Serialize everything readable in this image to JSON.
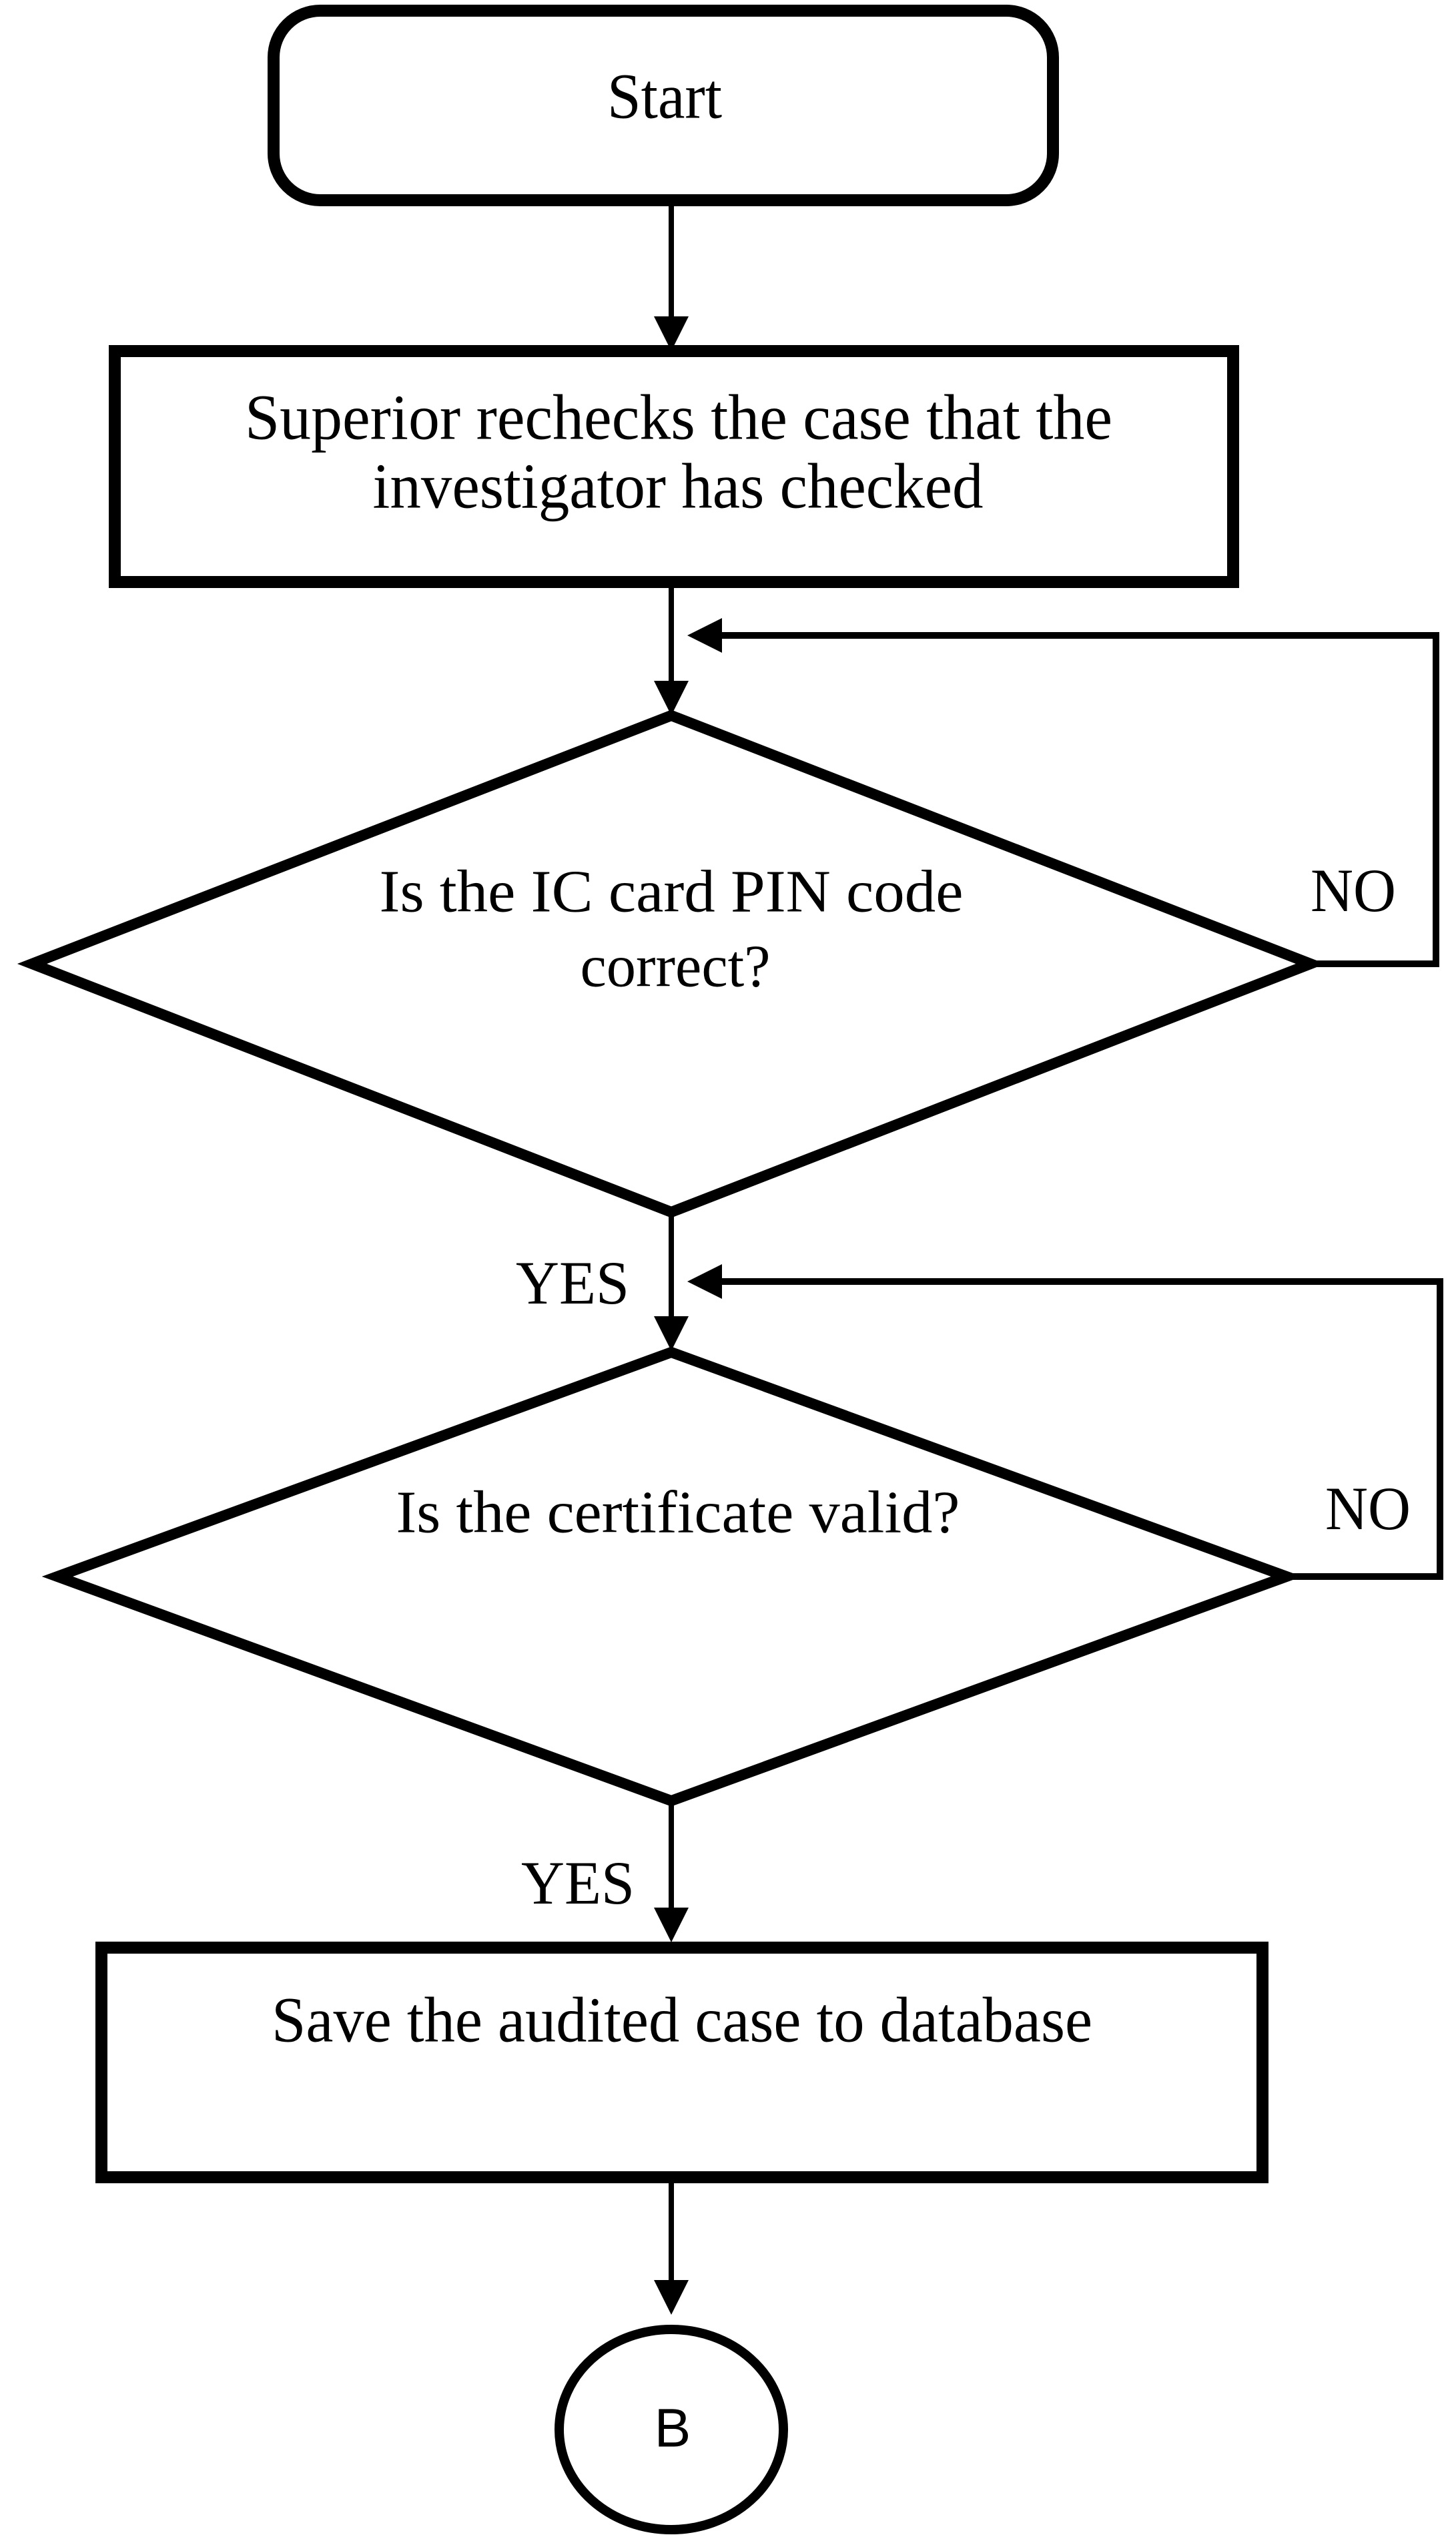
{
  "page": {
    "kind": "flowchart-figure",
    "colors": {
      "paper": "#ffffff",
      "ink": "#000000"
    }
  },
  "flowchart": {
    "nodes": {
      "start": {
        "type": "terminator",
        "label": "Start"
      },
      "superior_recheck": {
        "type": "process",
        "line1": "Superior rechecks the case that the",
        "line2": "investigator has checked"
      },
      "pin_decision": {
        "type": "decision",
        "line1": "Is the IC card PIN code",
        "line2": "correct?"
      },
      "certificate_decision": {
        "type": "decision",
        "label": "Is the certificate valid?"
      },
      "save_case": {
        "type": "process",
        "label": "Save the audited case to database"
      },
      "offpage_connector": {
        "type": "connector",
        "label": "B"
      }
    },
    "edges": [
      {
        "from": "start",
        "to": "superior_recheck",
        "label": ""
      },
      {
        "from": "superior_recheck",
        "to": "pin_decision",
        "label": ""
      },
      {
        "from": "pin_decision",
        "to": "pin_decision_input",
        "label": "NO",
        "kind": "loopback"
      },
      {
        "from": "pin_decision",
        "to": "certificate_decision",
        "label": "YES"
      },
      {
        "from": "certificate_decision",
        "to": "certificate_decision_input",
        "label": "NO",
        "kind": "loopback"
      },
      {
        "from": "certificate_decision",
        "to": "save_case",
        "label": "YES"
      },
      {
        "from": "save_case",
        "to": "offpage_connector",
        "label": ""
      }
    ]
  }
}
